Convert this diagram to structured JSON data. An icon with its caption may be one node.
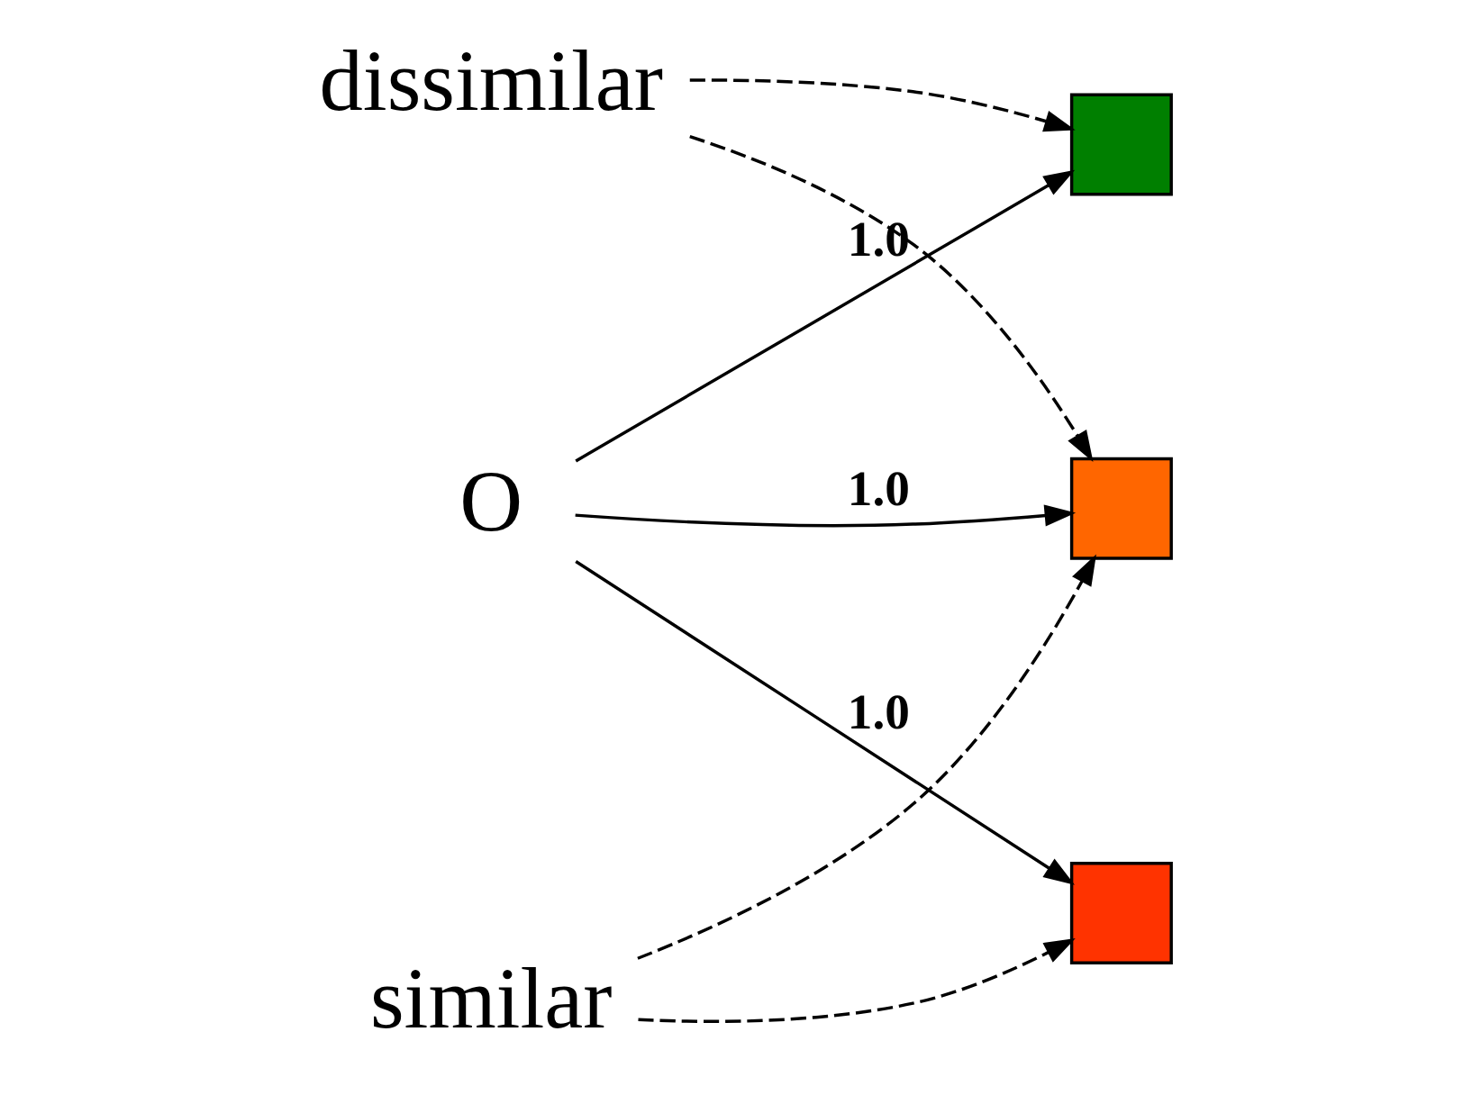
{
  "diagram": {
    "nodes": [
      {
        "text": [],
        "shape": "box"
      },
      {
        "text": [
          "O"
        ]
      },
      {
        "text": [],
        "shape": "box"
      },
      {
        "text": [],
        "shape": "box"
      },
      {
        "text": [
          "dissimilar"
        ]
      },
      {
        "text": [
          "similar"
        ]
      }
    ],
    "edges": [
      {
        "from": 1,
        "to": 0,
        "arrow": "to",
        "label": "1.0"
      },
      {
        "from": 1,
        "to": 2,
        "arrow": "to",
        "label": "1.0"
      },
      {
        "from": 1,
        "to": 3,
        "arrow": "to",
        "label": "1.0"
      },
      {
        "from": 4,
        "to": 0,
        "arrow": "to",
        "style": "dashed"
      },
      {
        "from": 4,
        "to": 2,
        "arrow": "to",
        "style": "dashed"
      },
      {
        "from": 5,
        "to": 2,
        "arrow": "to",
        "style": "dashed"
      },
      {
        "from": 5,
        "to": 3,
        "arrow": "to",
        "style": "dashed"
      }
    ]
  }
}
